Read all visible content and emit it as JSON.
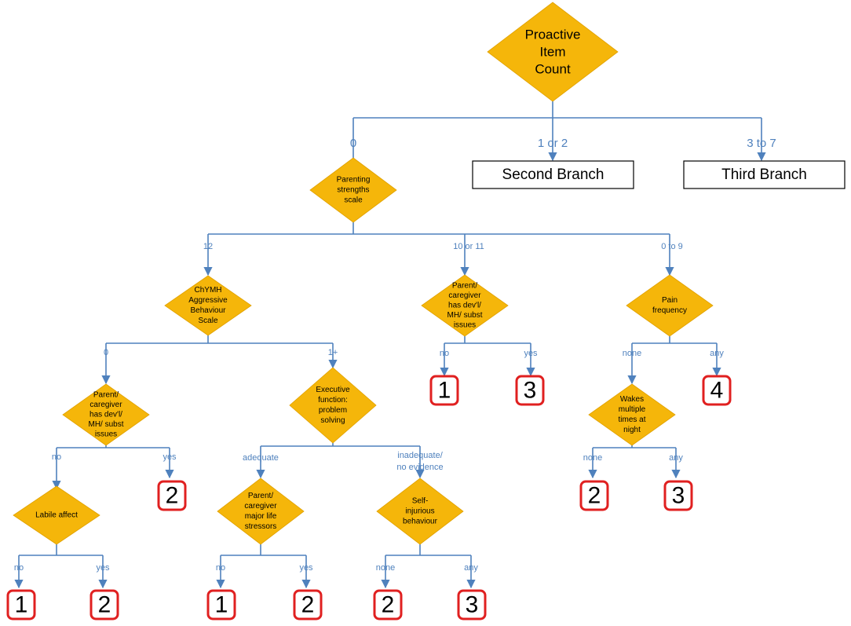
{
  "colors": {
    "decision_fill": "#f5b60a",
    "connector": "#4f81bd",
    "outcome_border": "#e02020",
    "text": "#000000"
  },
  "root": {
    "lines": [
      "Proactive",
      "Item",
      "Count"
    ]
  },
  "root_branches": {
    "label_0": "0",
    "label_1_2": "1 or 2",
    "label_3_7": "3 to 7"
  },
  "branch_boxes": {
    "second": "Second Branch",
    "third": "Third Branch"
  },
  "parenting": {
    "lines": [
      "Parenting",
      "strengths",
      "scale"
    ],
    "labels": {
      "b12": "12",
      "b10_11": "10 or 11",
      "b0_9": "0 to 9"
    }
  },
  "aggressive": {
    "lines": [
      "ChYMH",
      "Aggressive",
      "Behaviour",
      "Scale"
    ],
    "labels": {
      "zero": "0",
      "one_plus": "1+"
    }
  },
  "parent_dev_a": {
    "lines": [
      "Parent/",
      "caregiver",
      "has dev'l/",
      "MH/ subst",
      "issues"
    ],
    "labels": {
      "no": "no",
      "yes": "yes"
    },
    "outcome_yes": "2"
  },
  "labile": {
    "lines": [
      "Labile affect"
    ],
    "labels": {
      "no": "no",
      "yes": "yes"
    },
    "outcome_no": "1",
    "outcome_yes": "2"
  },
  "executive": {
    "lines": [
      "Executive",
      "function:",
      "problem",
      "solving"
    ],
    "labels": {
      "adequate": "adequate",
      "inadequate_1": "inadequate/",
      "inadequate_2": "no evidence"
    }
  },
  "stressors": {
    "lines": [
      "Parent/",
      "caregiver",
      "major life",
      "stressors"
    ],
    "labels": {
      "no": "no",
      "yes": "yes"
    },
    "outcome_no": "1",
    "outcome_yes": "2"
  },
  "self_injury": {
    "lines": [
      "Self-",
      "injurious",
      "behaviour"
    ],
    "labels": {
      "none": "none",
      "any": "any"
    },
    "outcome_none": "2",
    "outcome_any": "3"
  },
  "parent_dev_b": {
    "lines": [
      "Parent/",
      "caregiver",
      "has dev'l/",
      "MH/ subst",
      "issues"
    ],
    "labels": {
      "no": "no",
      "yes": "yes"
    },
    "outcome_no": "1",
    "outcome_yes": "3"
  },
  "pain": {
    "lines": [
      "Pain",
      "frequency"
    ],
    "labels": {
      "none": "none",
      "any": "any"
    },
    "outcome_any": "4"
  },
  "wakes": {
    "lines": [
      "Wakes",
      "multiple",
      "times at",
      "night"
    ],
    "labels": {
      "none": "none",
      "any": "any"
    },
    "outcome_none": "2",
    "outcome_any": "3"
  }
}
